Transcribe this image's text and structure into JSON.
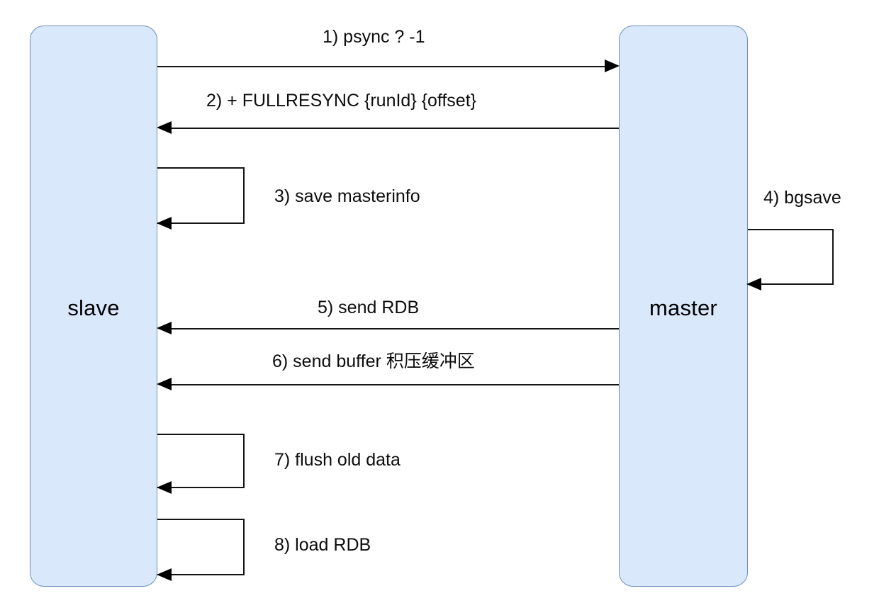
{
  "diagram": {
    "title": "Redis master-slave full replication (psync) sequence",
    "background_color": "#ffffff",
    "lifeline_fill": "#dae8fc",
    "lifeline_stroke": "#6c8ebf",
    "line_color": "#141414"
  },
  "participants": [
    {
      "id": "slave",
      "label": "slave"
    },
    {
      "id": "master",
      "label": "master"
    }
  ],
  "messages": [
    {
      "step": "1",
      "label": "1)  psync ? -1",
      "from": "slave",
      "to": "master",
      "kind": "arrow"
    },
    {
      "step": "2",
      "label": "2) + FULLRESYNC {runId} {offset}",
      "from": "master",
      "to": "slave",
      "kind": "arrow"
    },
    {
      "step": "3",
      "label": "3)  save masterinfo",
      "from": "slave",
      "to": "slave",
      "kind": "self-loop"
    },
    {
      "step": "4",
      "label": "4)  bgsave",
      "from": "master",
      "to": "master",
      "kind": "self-loop"
    },
    {
      "step": "5",
      "label": "5)  send RDB",
      "from": "master",
      "to": "slave",
      "kind": "arrow"
    },
    {
      "step": "6",
      "label": "6)  send buffer 积压缓冲区",
      "from": "master",
      "to": "slave",
      "kind": "arrow"
    },
    {
      "step": "7",
      "label": "7)  flush old data",
      "from": "slave",
      "to": "slave",
      "kind": "self-loop"
    },
    {
      "step": "8",
      "label": "8)  load RDB",
      "from": "slave",
      "to": "slave",
      "kind": "self-loop"
    }
  ]
}
